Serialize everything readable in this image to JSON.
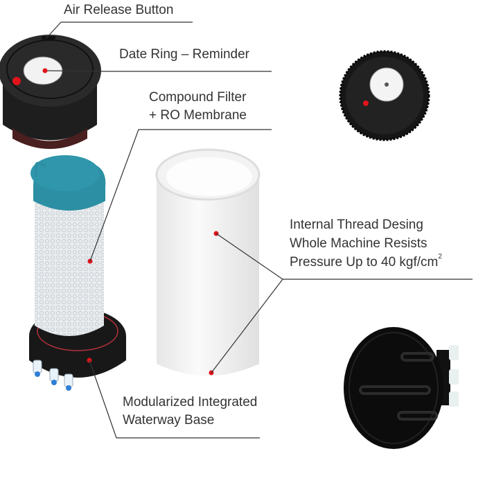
{
  "labels": {
    "air_release": "Air Release Button",
    "date_ring": "Date Ring – Reminder",
    "compound_line1": "Compound Filter",
    "compound_line2": "+ RO Membrane",
    "thread_line1": "Internal Thread Desing",
    "thread_line2": "Whole Machine Resists",
    "thread_line3": "Pressure Up to 40 kgf/cm",
    "thread_sup": "2",
    "base_line1": "Modularized Integrated",
    "base_line2": "Waterway Base"
  },
  "colors": {
    "marker": "#e0141b",
    "filter_cap": "#2c8fa3",
    "housing": "#1b1b1b",
    "leader": "#333333"
  },
  "components": [
    "filter-cap-angled",
    "filter-cap-top-view",
    "compound-filter-cartridge",
    "white-housing-tube",
    "waterway-base-bottom-view"
  ]
}
